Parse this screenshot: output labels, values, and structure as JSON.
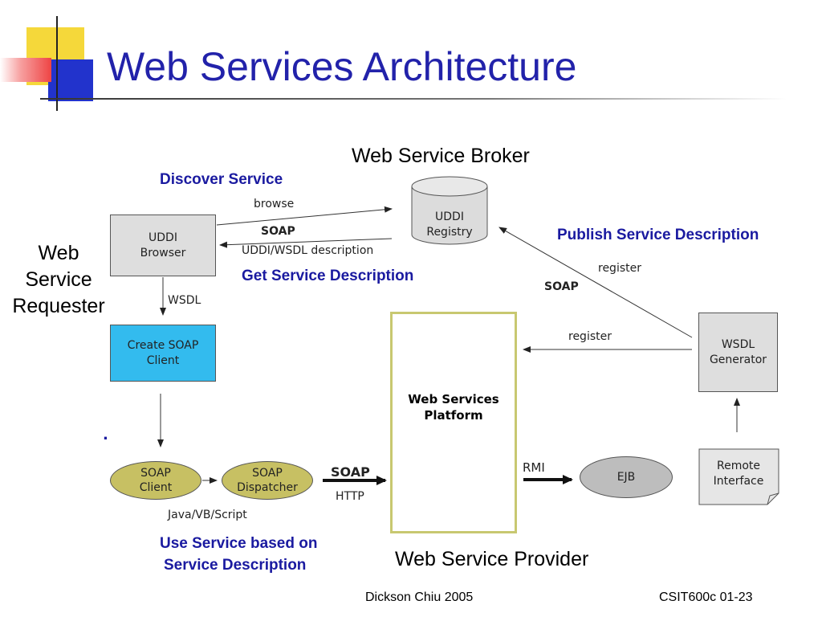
{
  "slide": {
    "title": "Web Services Architecture",
    "footer_left": "Dickson Chiu 2005",
    "footer_right": "CSIT600c 01-23"
  },
  "colors": {
    "title": "#2222aa",
    "accent_yellow": "#f5d83a",
    "accent_red": "#ee4444",
    "accent_blue": "#2233cc",
    "link_blue": "#1a1aa0",
    "soap_ellipse": "#c7c063",
    "create_soap_box": "#33bbee",
    "platform_border": "#c8c870"
  },
  "diagram": {
    "broker_label": "Web Service Broker",
    "requester_label": [
      "Web",
      "Service",
      "Requester"
    ],
    "provider_label": "Web Service Provider",
    "uddi_registry": [
      "UDDI",
      "Registry"
    ],
    "uddi_browser": [
      "UDDI",
      "Browser"
    ],
    "create_soap_client": [
      "Create SOAP",
      "Client"
    ],
    "wsdl_generator": [
      "WSDL",
      "Generator"
    ],
    "remote_interface": [
      "Remote",
      "Interface"
    ],
    "soap_client": [
      "SOAP",
      "Client"
    ],
    "soap_dispatcher": [
      "SOAP",
      "Dispatcher"
    ],
    "ejb": "EJB",
    "platform": [
      "Web Services",
      "Platform"
    ],
    "discover_service": "Discover Service",
    "get_service_description": "Get Service Description",
    "publish_service_description": "Publish Service Description",
    "use_service": [
      "Use Service based on",
      "Service Description"
    ],
    "edge_browse": "browse",
    "edge_soap_top": "SOAP",
    "edge_uddi_wsdl": "UDDI/WSDL description",
    "edge_wsdl": "WSDL",
    "edge_register_diag": "register",
    "edge_soap_diag": "SOAP",
    "edge_register_horiz": "register",
    "edge_soap_bottom": "SOAP",
    "edge_http": "HTTP",
    "edge_java_vb": "Java/VB/Script",
    "edge_rmi": "RMI",
    "dot": "."
  }
}
